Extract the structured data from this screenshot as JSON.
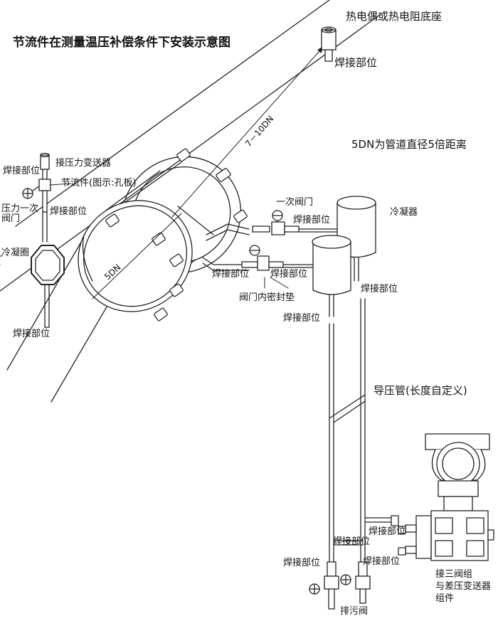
{
  "diagram": {
    "title": "节流件在测量温压补偿条件下安装示意图",
    "labels": {
      "thermo_base": "热电偶或热电阻底座",
      "weld_top": "焊接部位",
      "dist_7_10": "7－10DN",
      "dn_note": "5DN为管道直径5倍距离",
      "weld_left": "焊接部位",
      "pressure_tx": "接压力变送器",
      "throttle": "节流件(图示:孔板)",
      "pressure_valve_1": "压力一次",
      "pressure_valve_2": "阀门",
      "weld_left_mid": "焊接部位",
      "cond_ring": "冷凝圈",
      "weld_left_bottom": "焊接部位",
      "dn5": "5DN",
      "primary_valve": "一次阀门",
      "weld_mid_1": "焊接部位",
      "condenser": "冷凝器",
      "weld_mid_2": "焊接部位",
      "weld_mid_3": "焊接部位",
      "seal": "阀门内密封垫",
      "weld_cond_right": "焊接部位",
      "weld_cond_left": "焊接部位",
      "impulse": "导压管(长度自定义)",
      "weld_manifold_1": "焊接部位",
      "weld_manifold_2": "焊接部位",
      "weld_bottom_left": "焊接部位",
      "weld_manifold_3": "焊接部位",
      "drain_valve": "排污阀",
      "manifold_1": "接三阀组",
      "manifold_2": "与差压变送器",
      "manifold_3": "组件"
    }
  }
}
